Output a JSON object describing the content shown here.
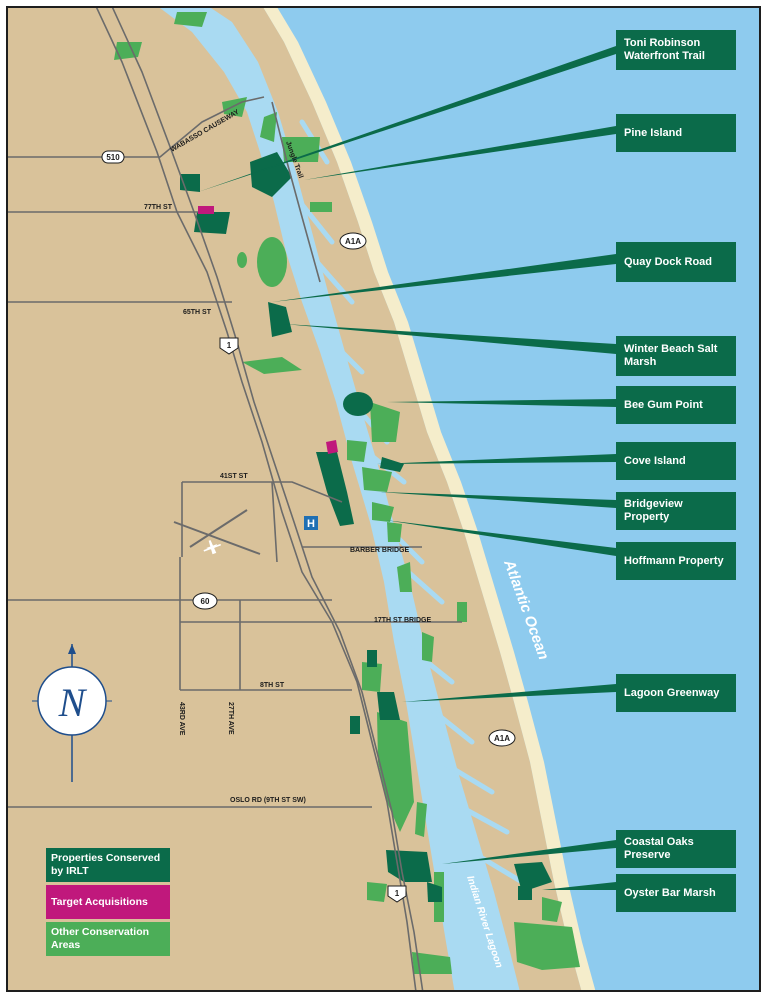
{
  "colors": {
    "land": "#d9c29a",
    "ocean": "#8ecbee",
    "lagoon": "#a9daf2",
    "beach": "#f5edcb",
    "road": "#6b6b6b",
    "irlt": "#0b6b4a",
    "target": "#c0187c",
    "other": "#4cae58",
    "callout": "#0b6b4a"
  },
  "callouts": [
    {
      "id": "toni-robinson",
      "label": "Toni Robinson Waterfront Trail"
    },
    {
      "id": "pine-island",
      "label": "Pine Island"
    },
    {
      "id": "quay-dock",
      "label": "Quay Dock Road"
    },
    {
      "id": "winter-beach",
      "label": "Winter Beach Salt Marsh"
    },
    {
      "id": "bee-gum",
      "label": "Bee Gum Point"
    },
    {
      "id": "cove-island",
      "label": "Cove Island"
    },
    {
      "id": "bridgeview",
      "label": "Bridgeview Property"
    },
    {
      "id": "hoffmann",
      "label": "Hoffmann Property"
    },
    {
      "id": "lagoon-greenway",
      "label": "Lagoon Greenway"
    },
    {
      "id": "coastal-oaks",
      "label": "Coastal Oaks Preserve"
    },
    {
      "id": "oyster-bar",
      "label": "Oyster Bar Marsh"
    }
  ],
  "roads": {
    "wabasso": "WABASSO CAUSEWAY",
    "jungle": "Jungle Trail",
    "st77": "77TH ST",
    "st65": "65TH ST",
    "st41": "41ST ST",
    "barber": "BARBER BRIDGE",
    "st17": "17TH ST BRIDGE",
    "st8": "8TH ST",
    "ave43": "43RD AVE",
    "ave27": "27TH AVE",
    "oslo": "OSLO RD  (9TH ST SW)"
  },
  "shields": {
    "cr510": "510",
    "us1": "1",
    "sr60": "60",
    "a1a": "A1A"
  },
  "water_labels": {
    "ocean": "Atlantic Ocean",
    "lagoon": "Indian River Lagoon"
  },
  "compass": {
    "letter": "N"
  },
  "hospital": {
    "letter": "H"
  },
  "legend": [
    {
      "label": "Properties Conserved by IRLT",
      "color": "#0b6b4a"
    },
    {
      "label": "Target Acquisitions",
      "color": "#c0187c"
    },
    {
      "label": "Other Conservation Areas",
      "color": "#4cae58"
    }
  ]
}
